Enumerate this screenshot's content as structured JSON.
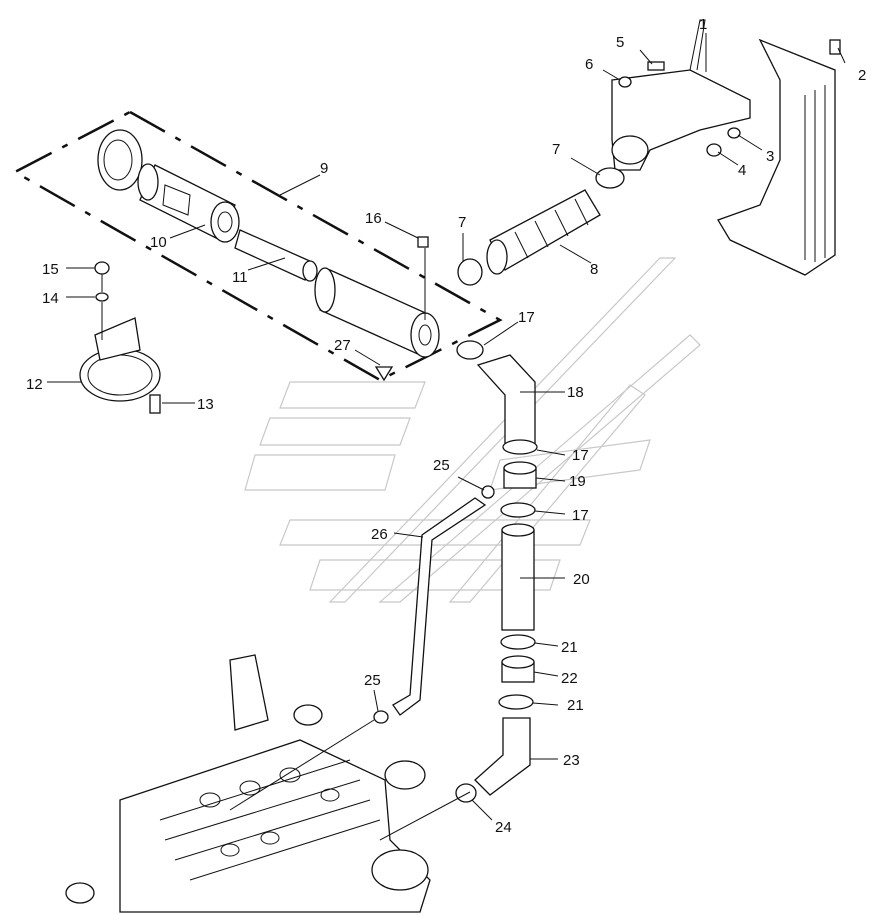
{
  "callouts": [
    {
      "id": "c1",
      "text": "1"
    },
    {
      "id": "c2",
      "text": "2"
    },
    {
      "id": "c3",
      "text": "3"
    },
    {
      "id": "c4",
      "text": "4"
    },
    {
      "id": "c5",
      "text": "5"
    },
    {
      "id": "c6",
      "text": "6"
    },
    {
      "id": "c7a",
      "text": "7"
    },
    {
      "id": "c7b",
      "text": "7"
    },
    {
      "id": "c8",
      "text": "8"
    },
    {
      "id": "c9",
      "text": "9"
    },
    {
      "id": "c10",
      "text": "10"
    },
    {
      "id": "c11",
      "text": "11"
    },
    {
      "id": "c12",
      "text": "12"
    },
    {
      "id": "c13",
      "text": "13"
    },
    {
      "id": "c14",
      "text": "14"
    },
    {
      "id": "c15",
      "text": "15"
    },
    {
      "id": "c16",
      "text": "16"
    },
    {
      "id": "c17a",
      "text": "17"
    },
    {
      "id": "c17b",
      "text": "17"
    },
    {
      "id": "c17c",
      "text": "17"
    },
    {
      "id": "c18",
      "text": "18"
    },
    {
      "id": "c19",
      "text": "19"
    },
    {
      "id": "c20",
      "text": "20"
    },
    {
      "id": "c21a",
      "text": "21"
    },
    {
      "id": "c21b",
      "text": "21"
    },
    {
      "id": "c22",
      "text": "22"
    },
    {
      "id": "c23",
      "text": "23"
    },
    {
      "id": "c24",
      "text": "24"
    },
    {
      "id": "c25a",
      "text": "25"
    },
    {
      "id": "c25b",
      "text": "25"
    },
    {
      "id": "c26",
      "text": "26"
    },
    {
      "id": "c27",
      "text": "27"
    }
  ]
}
